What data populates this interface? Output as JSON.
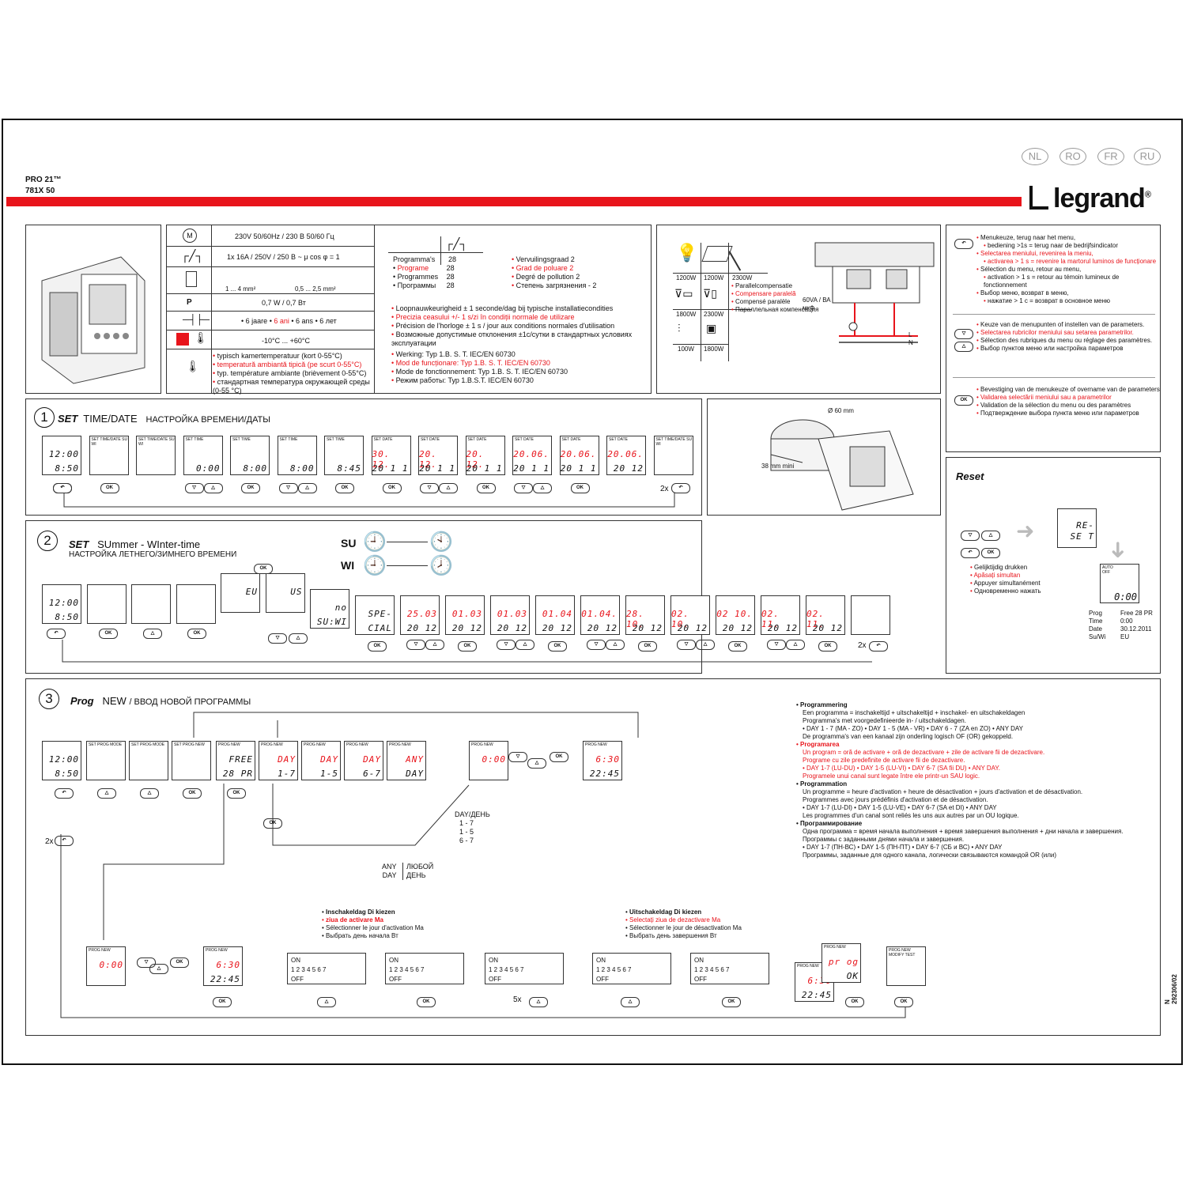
{
  "header": {
    "product": "PRO 21™",
    "code": "781X 50",
    "languages": [
      "NL",
      "RO",
      "FR",
      "RU"
    ],
    "brand": "legrand",
    "brand_mark": "®"
  },
  "specs": {
    "supply": "230V 50/60Hz / 230 В 50/60 Гц",
    "contact": "1x 16A / 250V / 250 В ~ μ cos φ = 1",
    "wire1": "1 ... 4 mm²",
    "wire2": "0,5 ... 2,5 mm²",
    "power_label": "P",
    "power": "0,7 W / 0,7 Вт",
    "reserve": [
      "6 jaare",
      "6 ani",
      "6 ans",
      "6 лет"
    ],
    "temp_range": "-10°C ... +60°C",
    "ambient": [
      "typisch kamertemperatuur (kort 0-55°C)",
      "temperatură ambiantă tipică (pe scurt 0-55°C)",
      "typ. température ambiante (brièvement 0-55°C)",
      "стандартная температура окружающей среды (0-55 °C)"
    ]
  },
  "programs": {
    "rows": [
      {
        "label": "Programma's",
        "value": "28"
      },
      {
        "label": "Programe",
        "value": "28"
      },
      {
        "label": "Programmes",
        "value": "28"
      },
      {
        "label": "Программы",
        "value": "28"
      }
    ],
    "pollution": [
      "Vervuilingsgraad 2",
      "Grad de poluare 2",
      "Degré de pollution 2",
      "Степень загрязнения - 2"
    ],
    "accuracy": [
      "Loopnauwkeurigheid ± 1 seconde/dag bij typische installatiecondities",
      "Precizia ceasului +/- 1 s/zi în condiții normale de utilizare",
      "Précision de l'horloge ± 1 s / jour aux conditions normales d'utilisation",
      "Возможные допустимые отклонения ±1с/сутки в стандартных условиях эксплуатации"
    ],
    "operation": [
      "Werking:  Typ 1.B. S. T. IEC/EN 60730",
      "Mod de funcționare: Typ 1.B. S. T. IEC/EN 60730",
      "Mode de fonctionnement:  Typ 1.B. S. T. IEC/EN 60730",
      "Режим работы: Тур 1.B.S.T. IEC/EN 60730"
    ]
  },
  "loads": {
    "row1": [
      "1200W",
      "1200W",
      "2300W"
    ],
    "row2": [
      "1800W",
      "2300W"
    ],
    "row3": [
      "100W",
      "1800W"
    ],
    "comp": [
      "Parallelcompensatie",
      "Compensare paralelă",
      "Compensé paralèle",
      "Параллельная компенсация"
    ],
    "comp_value": "60VA / ВА 7μF / мкФ",
    "wiring": {
      "L": "L",
      "N": "N"
    }
  },
  "keys": {
    "back": [
      "Menukeuze, terug naar het menu,",
      "bediening >1s = terug naar de bedrijfsindicator",
      "Selectarea meniului, revenirea la meniu,",
      "activarea > 1 s = revenire la martorul luminos de funcționare",
      "Sélection du menu, retour au menu,",
      "activation > 1 s = retour au témoin lumineux de fonctionnement",
      "Выбор меню, возврат в меню,",
      "нажатие > 1 с = возврат в основное меню"
    ],
    "updown": [
      "Keuze van de menupunten of instellen van de parameters.",
      "Selectarea rubricilor meniului sau setarea parametrilor.",
      "Sélection des rubriques du menu ou réglage des paramètres.",
      "Выбор пунктов меню или настройка параметров"
    ],
    "ok_label": "OK",
    "ok": [
      "Bevestiging van de menukeuze of overname van de parameters",
      "Validarea selectării meniului sau a parametrilor",
      "Validation de la sélection du menu ou des paramètres",
      "Подтверждение выбора пункта меню или параметров"
    ]
  },
  "box": {
    "diameter": "Ø 60 mm",
    "depth": "38 mm mini"
  },
  "reset": {
    "title": "Reset",
    "display": [
      "RE-",
      "SE T"
    ],
    "press": [
      "Gelijktijdig drukken",
      "Apăsați simultan",
      "Appuyer simultanément",
      "Одновременно нажать"
    ],
    "defaults": [
      {
        "k": "Prog",
        "v": "Free 28 PR"
      },
      {
        "k": "Time",
        "v": "0:00"
      },
      {
        "k": "Date",
        "v": "30.12.2011"
      },
      {
        "k": "Su/Wi",
        "v": "EU"
      }
    ],
    "lcd": "0:00"
  },
  "s1": {
    "num": "1",
    "title_b": "SET",
    "title": "TIME/DATE",
    "title_ru": "НАСТРОЙКА ВРЕМЕНИ/ДАТЫ",
    "screens": [
      {
        "h": "",
        "a": "12:00",
        "b": "8:50"
      },
      {
        "h": "SET  TIME/DATE  SU WI",
        "a": "",
        "b": ""
      },
      {
        "h": "SET  TIME/DATE  SU WI",
        "a": "",
        "b": ""
      },
      {
        "h": "SET  TIME",
        "a": "",
        "b": "0:00"
      },
      {
        "h": "SET  TIME",
        "a": "",
        "b": "8:00"
      },
      {
        "h": "SET  TIME",
        "a": "",
        "b": "8:00"
      },
      {
        "h": "SET  TIME",
        "a": "",
        "b": "8:45"
      },
      {
        "h": "SET  DATE",
        "a": "30. 12.",
        "b": "20 1 1"
      },
      {
        "h": "SET  DATE",
        "a": "20. 12.",
        "b": "20 1 1"
      },
      {
        "h": "SET  DATE",
        "a": "20. 12.",
        "b": "20 1 1"
      },
      {
        "h": "SET  DATE",
        "a": "20.06.",
        "b": "20 1 1"
      },
      {
        "h": "SET  DATE",
        "a": "20.06.",
        "b": "20 1 1"
      },
      {
        "h": "SET  DATE",
        "a": "20.06.",
        "b": "20 12"
      },
      {
        "h": "SET  TIME/DATE  SU WI",
        "a": "",
        "b": ""
      }
    ],
    "repeat": "2x"
  },
  "s2": {
    "num": "2",
    "title_b": "SET",
    "title": "SUmmer - WInter-time",
    "title_ru": "НАСТРОЙКА ЛЕТНЕГО/ЗИМНЕГО ВРЕМЕНИ",
    "su": "SU",
    "wi": "WI",
    "screens": [
      {
        "a": "12:00",
        "b": "8:50"
      },
      {
        "a": "",
        "b": ""
      },
      {
        "a": "",
        "b": ""
      },
      {
        "a": "",
        "b": ""
      },
      {
        "a": "EU",
        "b": ""
      },
      {
        "a": "US",
        "b": ""
      },
      {
        "a": "no",
        "b": "SU:WI"
      },
      {
        "a": "SPE-",
        "b": "CIAL"
      },
      {
        "a": "25.03",
        "b": "20 12"
      },
      {
        "a": "01.03",
        "b": "20 12"
      },
      {
        "a": "01.03",
        "b": "20 12"
      },
      {
        "a": "01.04",
        "b": "20 12"
      },
      {
        "a": "01.04.",
        "b": "20 12"
      },
      {
        "a": "28. 10.",
        "b": "20 12"
      },
      {
        "a": "02. 10.",
        "b": "20 12"
      },
      {
        "a": "02 10.",
        "b": "20 12"
      },
      {
        "a": "02. 11.",
        "b": "20 12"
      },
      {
        "a": "02. 11.",
        "b": "20 12"
      },
      {
        "a": "",
        "b": ""
      }
    ],
    "repeat": "2x"
  },
  "s3": {
    "num": "3",
    "title_b": "Prog",
    "title": "NEW",
    "title_ru": "/ ВВОД НОВОЙ ПРОГРАММЫ",
    "free": [
      "FREE",
      "28 PR"
    ],
    "day": [
      [
        "DAY",
        "1-7"
      ],
      [
        "DAY",
        "1-5"
      ],
      [
        "DAY",
        "6-7"
      ],
      [
        "ANY",
        "DAY"
      ]
    ],
    "day_list": [
      "DAY/ДЕНЬ",
      "1 - 7",
      "1 - 5",
      "6 - 7"
    ],
    "any_day": [
      "ANY",
      "DAY"
    ],
    "any_day_ru": [
      "ЛЮБОЙ",
      "ДЕНЬ"
    ],
    "repeat": "2x",
    "times": [
      "0:00",
      "6:30",
      "22:45"
    ],
    "on_label": "Inschakeldag",
    "on_text": [
      "Inschakeldag  Di kiezen",
      "ziua de activare Ma",
      "Sélectionner le jour d'activation Ma",
      "Выбрать день начала Вт"
    ],
    "off_text": [
      "Uitschakeldag  Di kiezen",
      "Selectați ziua de dezactivare Ma",
      "Sélectionner le jour de désactivation Ma",
      "Выбрать день завершения Вт"
    ],
    "strip_on": "ON",
    "strip_off": "OFF",
    "days": [
      "1",
      "2",
      "3",
      "4",
      "5",
      "6",
      "7"
    ],
    "x5": "5x",
    "prog_ok": [
      "pr og",
      "OK"
    ],
    "text": [
      {
        "h": "Programmering",
        "lines": [
          "Een programma = inschakeltijd + uitschakeltijd + inschakel- en uitschakeldagen",
          "Programma's met voorgedefinieerde in- / uitschakeldagen.",
          "• DAY 1 - 7 (MA - ZO) • DAY 1 - 5 (MA - VR) • DAY 6 - 7 (ZA en ZO) • ANY DAY",
          "De programma's van een kanaal zijn onderling logisch OF (OR) gekoppeld."
        ]
      },
      {
        "h": "Programarea",
        "lines": [
          "Un program = oră de activare + oră de dezactivare + zile de activare fii de dezactivare.",
          "Programe cu zile predefinite de activare fii de dezactivare.",
          "• DAY 1-7 (LU-DU) • DAY 1-5 (LU-VI) • DAY 6-7 (SA fii DU) • ANY DAY.",
          "Programele unui canal sunt legate între ele printr-un SAU logic."
        ]
      },
      {
        "h": "Programmation",
        "lines": [
          "Un programme = heure d'activation + heure de désactivation + jours d'activation et de désactivation.",
          "Programmes avec jours prédéfinis d'activation et de désactivation.",
          "• DAY 1-7 (LU-DI) • DAY 1-5 (LU-VE) • DAY 6-7 (SA et DI) • ANY DAY",
          "Les programmes d'un canal sont reliés les uns aux autres par un OU logique."
        ]
      },
      {
        "h": "Программирование",
        "lines": [
          "Одна программа = время начала выполнения + время завершения выполнения + дни начала и завершения.",
          "Программы с заданными днями начала и завершения.",
          "• DAY 1-7 (ПН-ВС) • DAY 1-5 (ПН-ПТ) • DAY 6-7 (СБ и ВС) • ANY DAY",
          "Программы, заданные для одного канала, логически связываются командой OR (или)"
        ]
      }
    ]
  },
  "footer_code": "N 292306/02"
}
